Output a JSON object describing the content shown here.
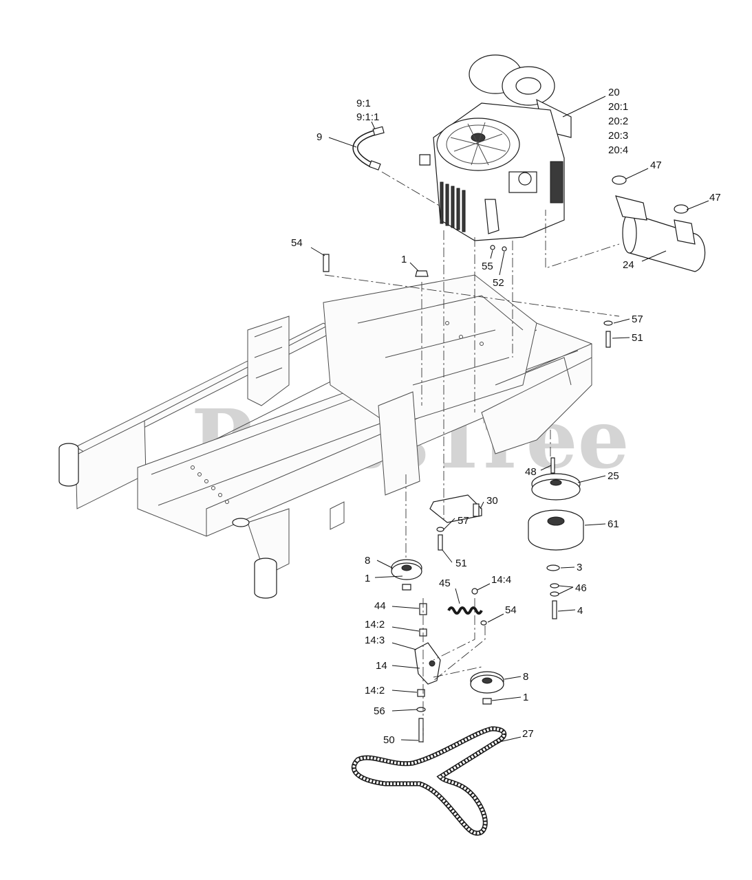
{
  "watermark": {
    "brand": "PartsTree",
    "trademark": "™"
  },
  "callouts": [
    {
      "id": "c-9-1",
      "text": "9:1"
    },
    {
      "id": "c-9-1-1",
      "text": "9:1:1"
    },
    {
      "id": "c-9",
      "text": "9"
    },
    {
      "id": "c-20",
      "text": "20"
    },
    {
      "id": "c-20-1",
      "text": "20:1"
    },
    {
      "id": "c-20-2",
      "text": "20:2"
    },
    {
      "id": "c-20-3",
      "text": "20:3"
    },
    {
      "id": "c-20-4",
      "text": "20:4"
    },
    {
      "id": "c-47-a",
      "text": "47"
    },
    {
      "id": "c-47-b",
      "text": "47"
    },
    {
      "id": "c-24",
      "text": "24"
    },
    {
      "id": "c-54-a",
      "text": "54"
    },
    {
      "id": "c-1-a",
      "text": "1"
    },
    {
      "id": "c-55",
      "text": "55"
    },
    {
      "id": "c-52",
      "text": "52"
    },
    {
      "id": "c-57-a",
      "text": "57"
    },
    {
      "id": "c-51-a",
      "text": "51"
    },
    {
      "id": "c-48",
      "text": "48"
    },
    {
      "id": "c-25",
      "text": "25"
    },
    {
      "id": "c-30",
      "text": "30"
    },
    {
      "id": "c-61",
      "text": "61"
    },
    {
      "id": "c-57-b",
      "text": "57"
    },
    {
      "id": "c-8-a",
      "text": "8"
    },
    {
      "id": "c-51-b",
      "text": "51"
    },
    {
      "id": "c-1-b",
      "text": "1"
    },
    {
      "id": "c-3",
      "text": "3"
    },
    {
      "id": "c-45",
      "text": "45"
    },
    {
      "id": "c-14-4",
      "text": "14:4"
    },
    {
      "id": "c-46",
      "text": "46"
    },
    {
      "id": "c-44",
      "text": "44"
    },
    {
      "id": "c-4",
      "text": "4"
    },
    {
      "id": "c-54-b",
      "text": "54"
    },
    {
      "id": "c-14-2-a",
      "text": "14:2"
    },
    {
      "id": "c-14-3",
      "text": "14:3"
    },
    {
      "id": "c-14",
      "text": "14"
    },
    {
      "id": "c-8-b",
      "text": "8"
    },
    {
      "id": "c-14-2-b",
      "text": "14:2"
    },
    {
      "id": "c-1-c",
      "text": "1"
    },
    {
      "id": "c-56",
      "text": "56"
    },
    {
      "id": "c-27",
      "text": "27"
    },
    {
      "id": "c-50",
      "text": "50"
    }
  ]
}
